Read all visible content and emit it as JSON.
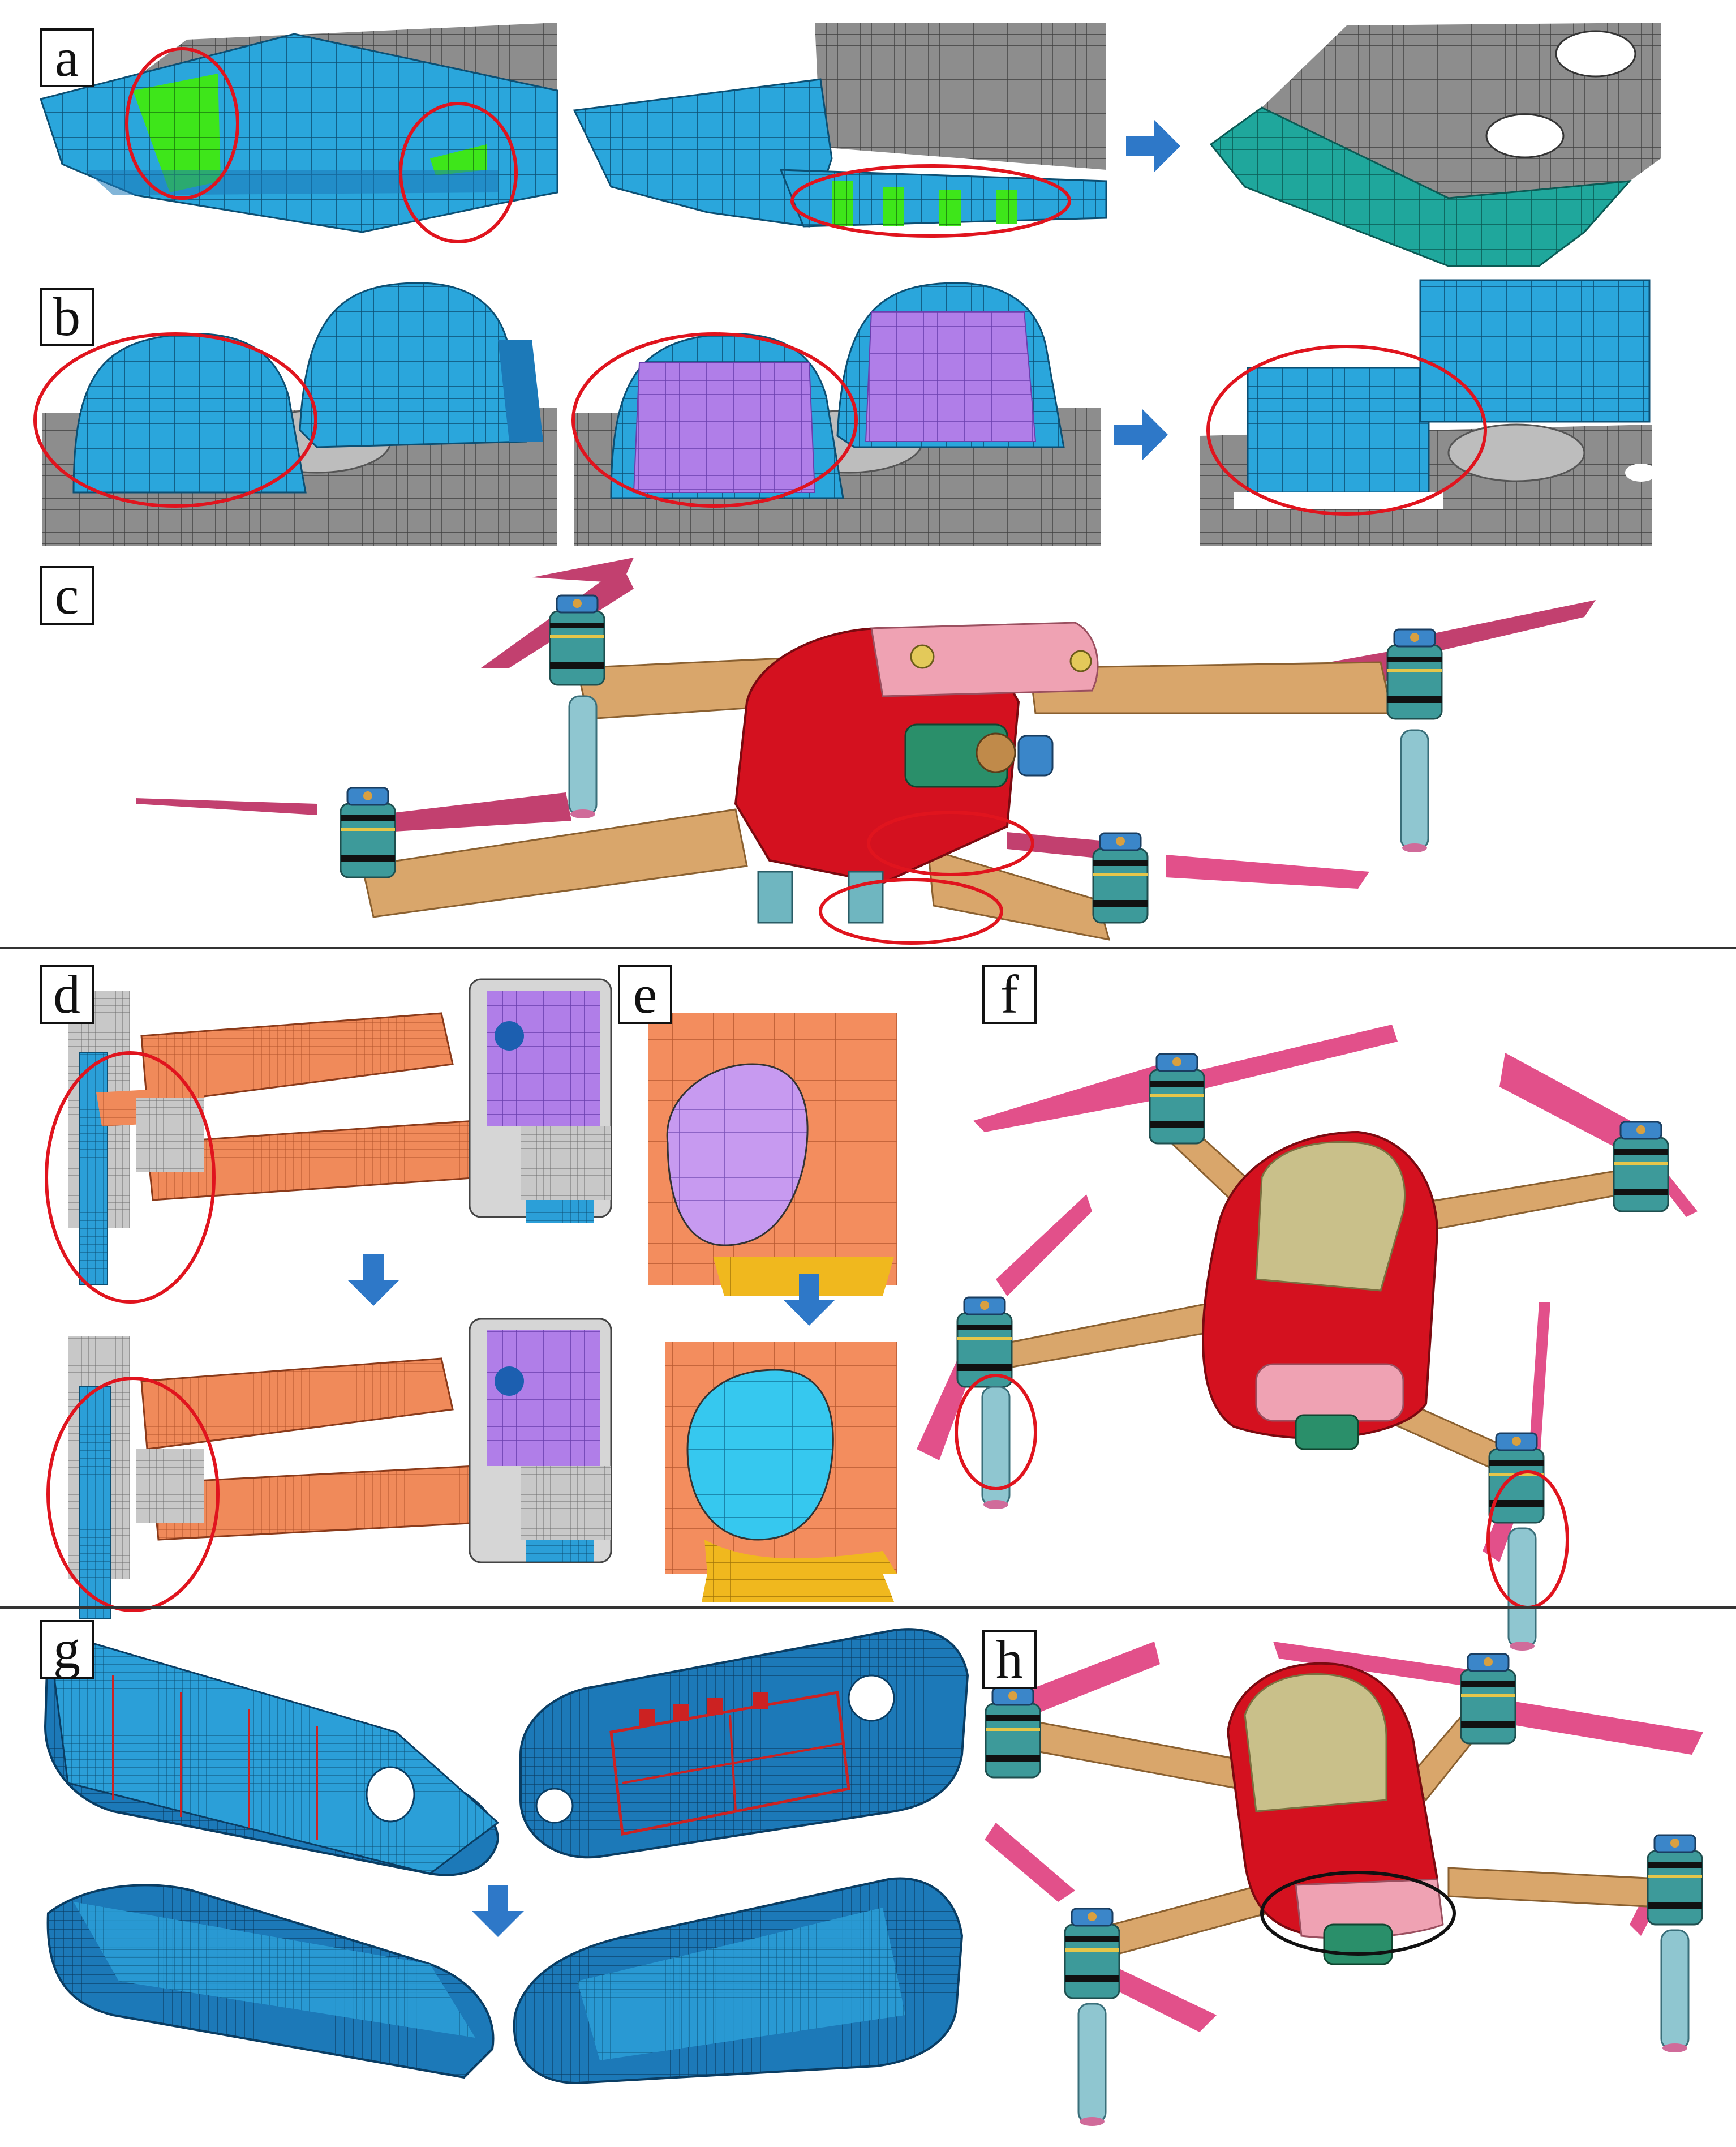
{
  "panels": [
    {
      "id": "a",
      "label": "a"
    },
    {
      "id": "b",
      "label": "b"
    },
    {
      "id": "c",
      "label": "c"
    },
    {
      "id": "d",
      "label": "d"
    },
    {
      "id": "e",
      "label": "e"
    },
    {
      "id": "f",
      "label": "f"
    },
    {
      "id": "g",
      "label": "g"
    },
    {
      "id": "h",
      "label": "h"
    }
  ],
  "colors": {
    "mesh_blue": "#2aa6dc",
    "mesh_grey": "#8c8c8c",
    "highlight_green": "#3ee61a",
    "highlight_red": "#e0141e",
    "teal": "#1fa79c",
    "purple": "#b07ee8",
    "arm_tan": "#d9a66b",
    "body_red": "#d4111f",
    "propeller_pink": "#e2508a",
    "arrow_blue": "#2e78c8",
    "orange_mesh": "#f08a5a",
    "dark_blue_mesh": "#1c79b8",
    "khaki": "#c9c08a"
  }
}
